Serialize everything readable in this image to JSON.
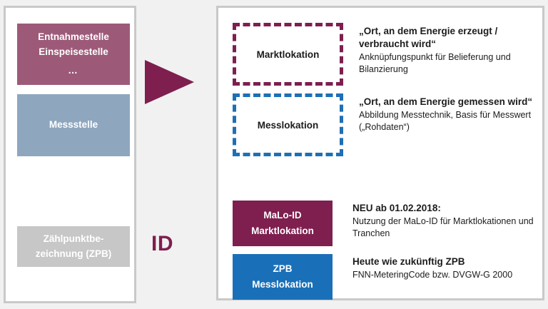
{
  "colors": {
    "background": "#f1f1f1",
    "panel_border": "#c9c9c9",
    "magenta_dark": "#7e1f4f",
    "mauve": "#9d5a78",
    "blue_gray": "#8ea7bf",
    "gray": "#c7c7c7",
    "blue": "#1a70b8",
    "blue_dash": "#1f6fb5",
    "text": "#1c1c1c"
  },
  "left_panel": {
    "blocks": [
      {
        "id": "entnahmestelle",
        "line1": "Entnahmestelle",
        "line2": "Einspeisestelle",
        "line3": "…",
        "color": "#9d5a78"
      },
      {
        "id": "messstelle",
        "label": "Messstelle",
        "color": "#8ea7bf"
      },
      {
        "id": "zaehlpunktbezeichnung",
        "line1": "Zählpunktbe-",
        "line2": "zeichnung (ZPB)",
        "color": "#c7c7c7"
      }
    ]
  },
  "middle": {
    "arrow_icon": "arrow-right-triangle",
    "id_label": "ID"
  },
  "right_panel": {
    "rows": [
      {
        "id": "marktlokation",
        "tag_label": "Marktlokation",
        "tag_style": "dashed-magenta",
        "desc_title": "„Ort, an dem Energie erzeugt / verbraucht wird“",
        "desc_body": "Anknüpfungspunkt für Belieferung und Bilanzierung"
      },
      {
        "id": "messlokation",
        "tag_label": "Messlokation",
        "tag_style": "dashed-blue",
        "desc_title": "„Ort, an dem Energie gemessen wird“",
        "desc_body": "Abbildung Messtechnik, Basis für Messwert („Rohdaten“)"
      },
      {
        "id": "malo-id",
        "tag_line1": "MaLo-ID",
        "tag_line2": "Marktlokation",
        "tag_style": "solid-magenta",
        "desc_title": "NEU ab 01.02.2018:",
        "desc_body": "Nutzung der MaLo-ID für Marktlokationen und Tranchen"
      },
      {
        "id": "zpb",
        "tag_line1": "ZPB",
        "tag_line2": "Messlokation",
        "tag_style": "solid-blue",
        "desc_title": "Heute wie zukünftig ZPB",
        "desc_body": "FNN-MeteringCode bzw. DVGW-G 2000"
      }
    ]
  }
}
